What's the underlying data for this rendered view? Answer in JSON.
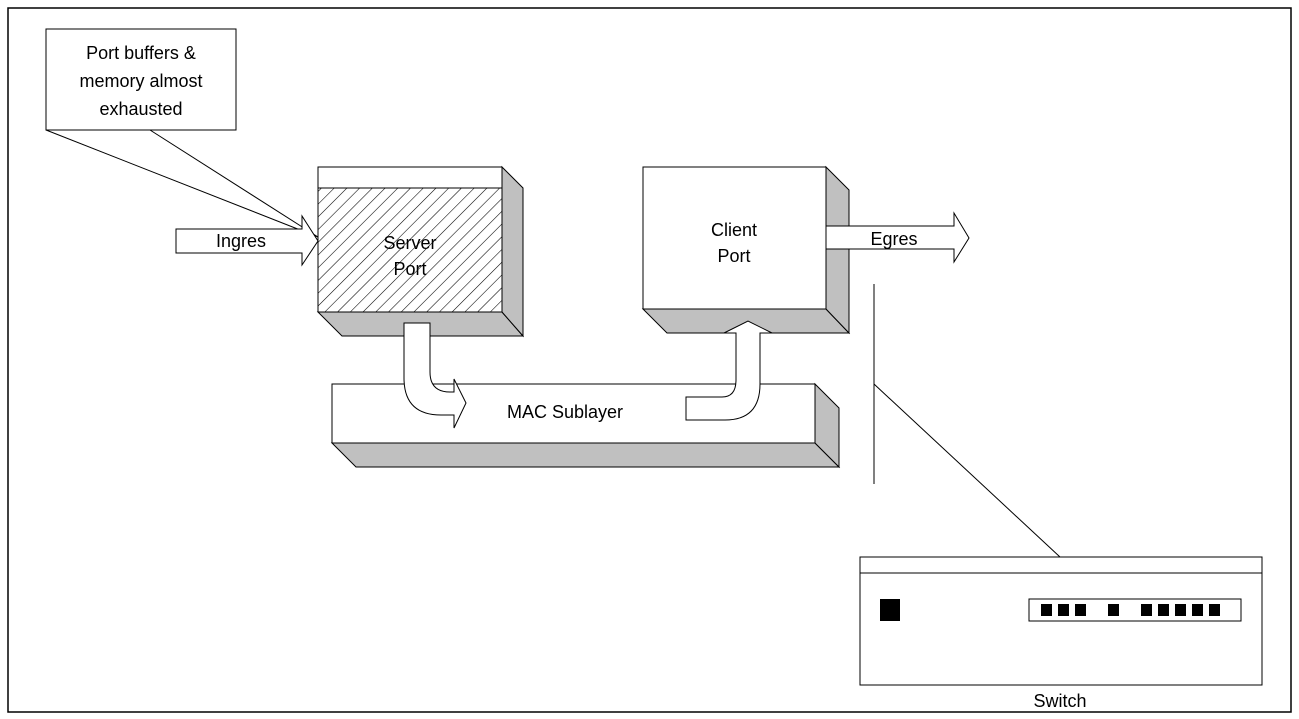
{
  "callout": {
    "line1": "Port buffers &",
    "line2": "memory almost",
    "line3": "exhausted"
  },
  "server_port": {
    "line1": "Server",
    "line2": "Port"
  },
  "client_port": {
    "line1": "Client",
    "line2": "Port"
  },
  "ingress_label": "Ingres",
  "egress_label": "Egres",
  "mac_label": "MAC Sublayer",
  "switch_label": "Switch",
  "colors": {
    "stroke": "#000000",
    "face": "#ffffff",
    "shade": "#c0c0c0",
    "hatch": "#000000"
  }
}
